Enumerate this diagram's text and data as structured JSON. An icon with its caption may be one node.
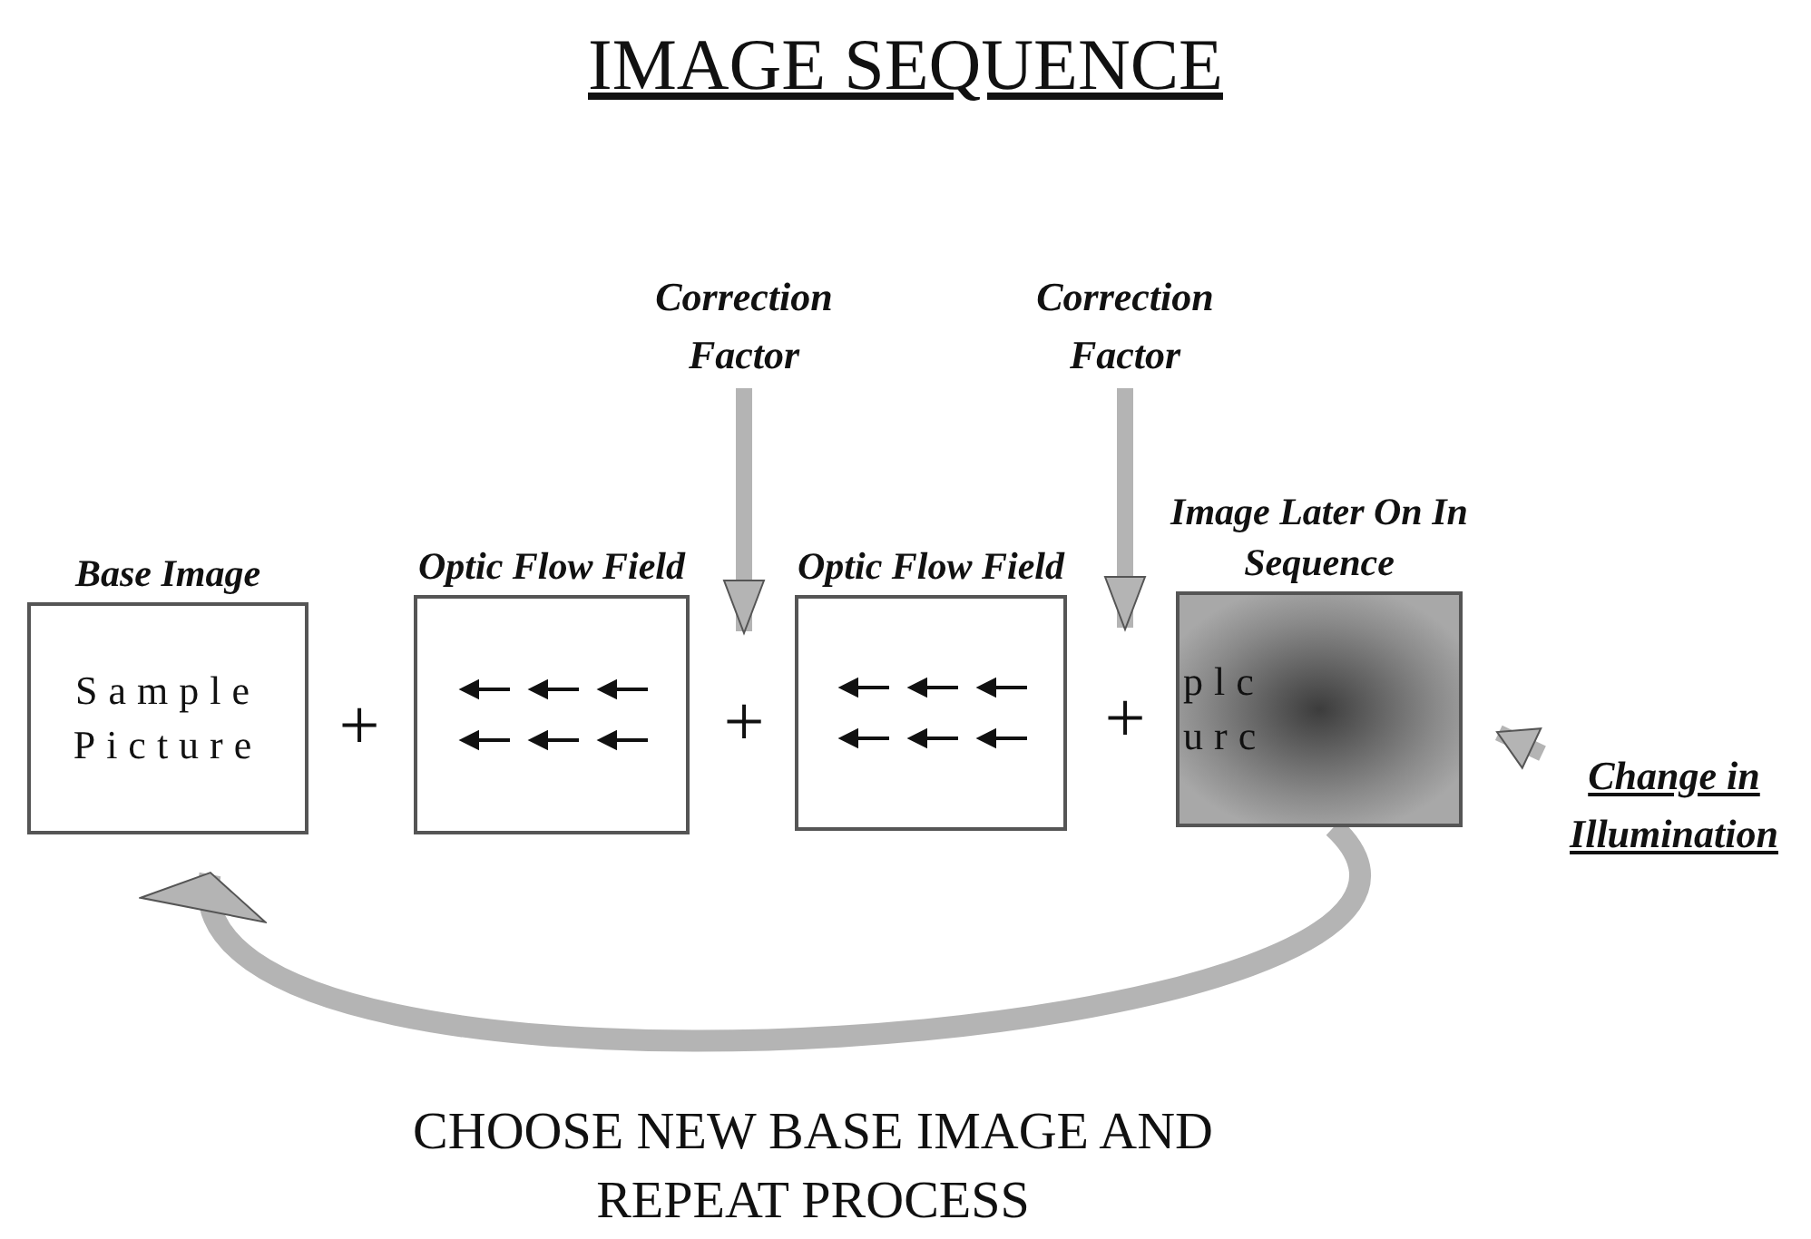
{
  "diagram": {
    "title": "IMAGE SEQUENCE",
    "nodes": [
      {
        "text": [
          "Correction Factor"
        ]
      },
      {
        "text": [
          "Correction Factor"
        ]
      },
      {
        "text": [
          "Base Image",
          "Sample Picture"
        ]
      },
      {
        "text": [
          "Optic Flow Field"
        ]
      },
      {
        "text": [
          "+"
        ]
      },
      {
        "text": [
          "Optic Flow Field"
        ]
      },
      {
        "text": [
          "+"
        ]
      },
      {
        "text": [
          "Image Later On In Sequence",
          "plc urc"
        ]
      },
      {
        "text": [
          "Change in Illumination"
        ]
      }
    ],
    "edges": [
      {
        "from": 0,
        "to": 4,
        "arrow": "to"
      },
      {
        "from": 1,
        "to": 6,
        "arrow": "to"
      },
      {
        "from": 8,
        "to": 7,
        "arrow": "to"
      },
      {
        "from": 7,
        "to": 2,
        "arrow": "to",
        "label": "CHOOSE NEW BASE IMAGE AND REPEAT PROCESS"
      }
    ],
    "labels": [
      "+"
    ]
  }
}
